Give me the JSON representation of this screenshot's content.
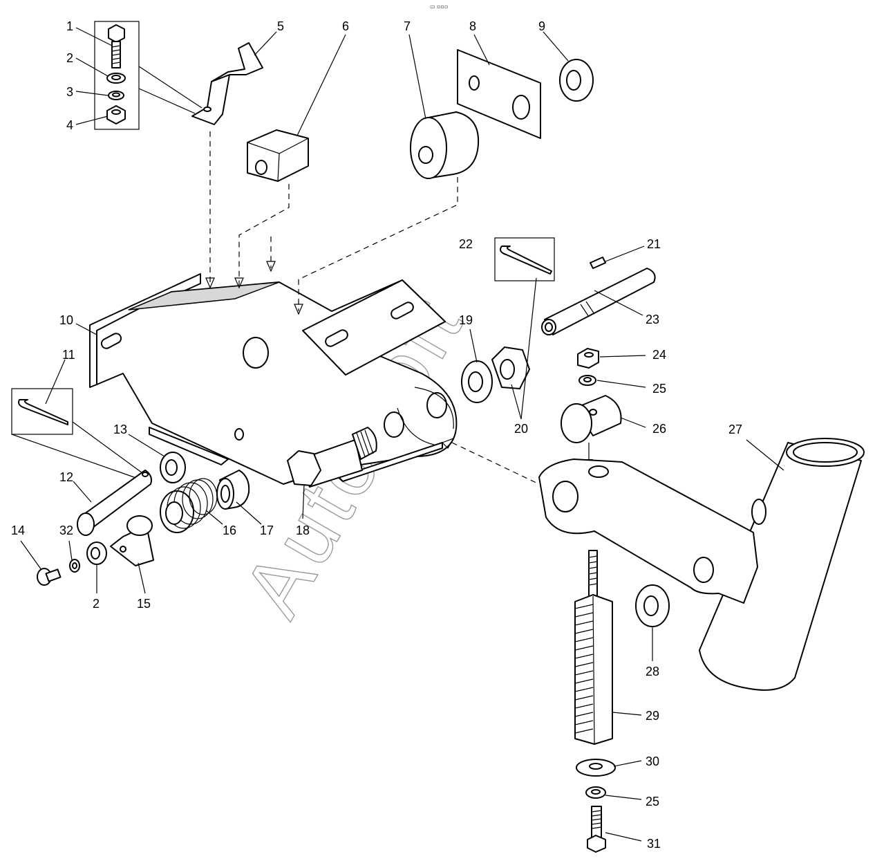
{
  "diagram": {
    "top_mark": "▭ ▫▫▫",
    "watermark": "AutoSoft",
    "labels": {
      "l1": "1",
      "l2a": "2",
      "l3": "3",
      "l4": "4",
      "l5": "5",
      "l6": "6",
      "l7": "7",
      "l8": "8",
      "l9": "9",
      "l10": "10",
      "l11": "11",
      "l12": "12",
      "l13": "13",
      "l14": "14",
      "l32": "32",
      "l2b": "2",
      "l15": "15",
      "l16": "16",
      "l17": "17",
      "l18": "18",
      "l19": "19",
      "l20": "20",
      "l21": "21",
      "l22": "22",
      "l23": "23",
      "l24": "24",
      "l25a": "25",
      "l26": "26",
      "l27": "27",
      "l28": "28",
      "l29": "29",
      "l30": "30",
      "l25b": "25",
      "l31": "31"
    }
  }
}
